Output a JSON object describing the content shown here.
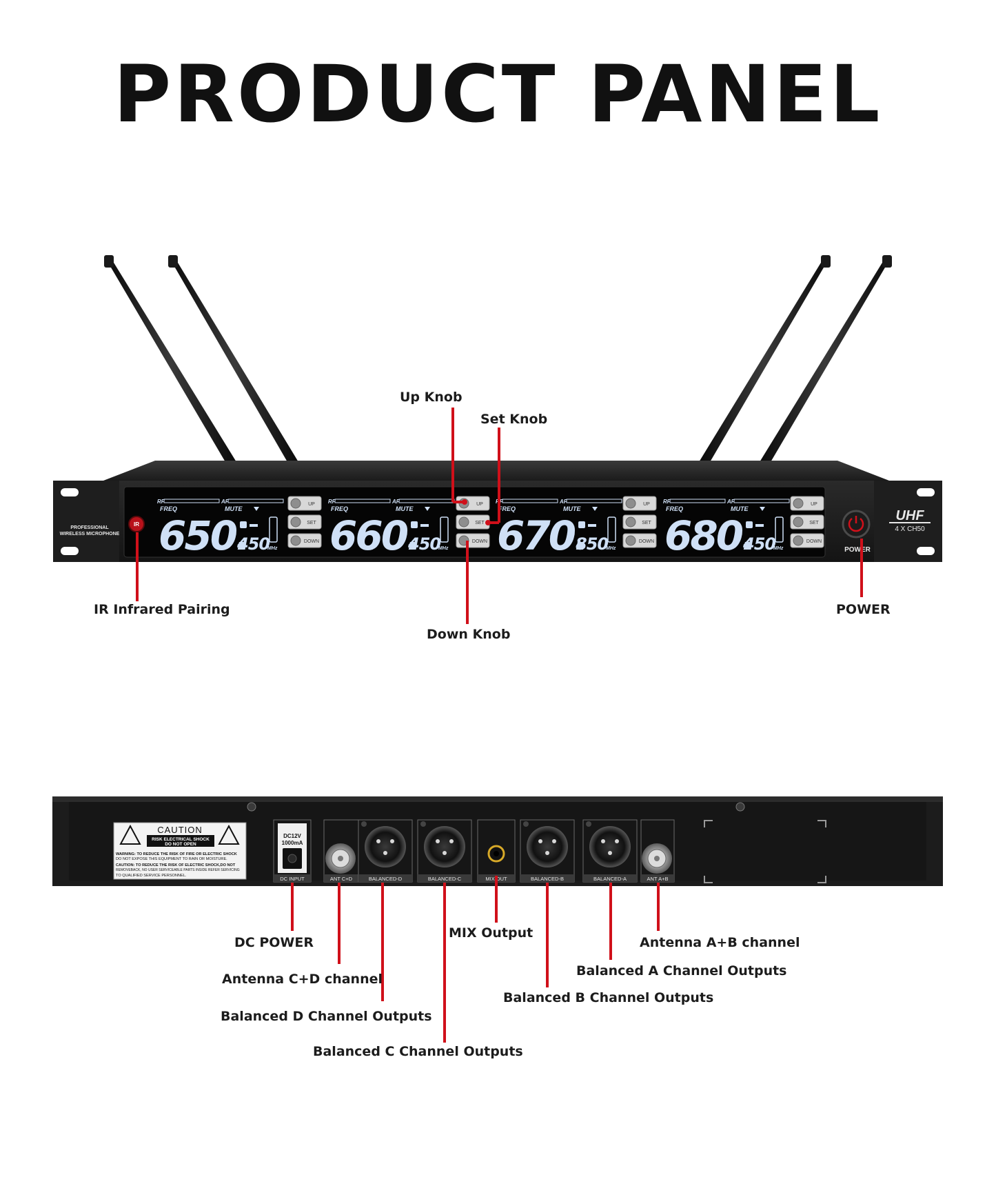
{
  "page": {
    "title": "PRODUCT PANEL"
  },
  "front_panel": {
    "brand_left_line1": "PROFESSIONAL",
    "brand_left_line2": "WIRELESS MICROPHONE",
    "ir_badge": "IR",
    "brand_right": "UHF",
    "model": "4 X CH50",
    "power_label": "POWER",
    "channels": [
      {
        "freq_main": "650.",
        "freq_sub": "450",
        "unit": "MHz",
        "rf": "RF",
        "af": "AF",
        "freq_label": "FREQ",
        "mute_label": "MUTE"
      },
      {
        "freq_main": "660.",
        "freq_sub": "450",
        "unit": "MHz",
        "rf": "RF",
        "af": "AF",
        "freq_label": "FREQ",
        "mute_label": "MUTE"
      },
      {
        "freq_main": "670.",
        "freq_sub": "850",
        "unit": "MHz",
        "rf": "RF",
        "af": "AF",
        "freq_label": "FREQ",
        "mute_label": "MUTE"
      },
      {
        "freq_main": "680.",
        "freq_sub": "450",
        "unit": "MHz",
        "rf": "RF",
        "af": "AF",
        "freq_label": "FREQ",
        "mute_label": "MUTE"
      }
    ],
    "buttons": [
      "UP",
      "SET",
      "DOWN"
    ]
  },
  "rear_panel": {
    "caution_title": "CAUTION",
    "caution_sub1": "RISK ELECTRICAL SHOCK",
    "caution_sub2": "DO NOT OPEN",
    "warning_line1": "WARNING: TO REDUCE THE RISK OF FIRE OR ELECTRIC SHOCK",
    "warning_line2": "DO NOT EXPOSE THIS EQUIPMENT TO RAIN OR MOISTURE.",
    "warning_line3": "CAUTION: TO REDUCE THE RISK OF ELECTRIC SHOCK,DO NOT",
    "warning_line4": "REMOVEBACK, NO USER SERVICEABLE PARTS INSIDE REFER SERVICING",
    "warning_line5": "TO QUALIFIED SERVICE PERSONNEL.",
    "dc_rating_line1": "DC12V",
    "dc_rating_line2": "1000mA",
    "port_labels": {
      "dc": "DC INPUT",
      "ant_cd": "ANT C+D",
      "bal_d": "BALANCED-D",
      "bal_c": "BALANCED-C",
      "mix": "MIX OUT",
      "bal_b": "BALANCED-B",
      "bal_a": "BALANCED-A",
      "ant_ab": "ANT A+B"
    }
  },
  "callouts": {
    "up_knob": "Up Knob",
    "set_knob": "Set Knob",
    "ir_pairing": "IR Infrared Pairing",
    "down_knob": "Down Knob",
    "power": "POWER",
    "dc_power": "DC POWER",
    "antenna_cd": "Antenna C+D channel",
    "balanced_d": "Balanced D Channel Outputs",
    "balanced_c": "Balanced C Channel Outputs",
    "mix_output": "MIX Output",
    "balanced_b": "Balanced B Channel Outputs",
    "balanced_a": "Balanced A Channel Outputs",
    "antenna_ab": "Antenna A+B channel"
  },
  "colors": {
    "leader": "#d0101a",
    "chassis": "#1a1a1a",
    "lcd_text": "#cfe0f6"
  }
}
